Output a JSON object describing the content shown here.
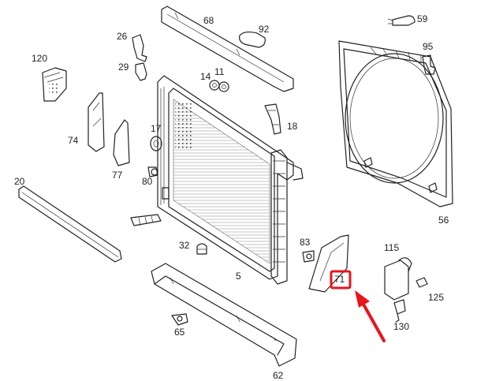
{
  "diagram": {
    "part_labels": {
      "p68": "68",
      "p92": "92",
      "p59": "59",
      "p26": "26",
      "p29": "29",
      "p95": "95",
      "p120": "120",
      "p14": "14",
      "p11": "11",
      "p18": "18",
      "p17": "17",
      "p74": "74",
      "p77": "77",
      "p80": "80",
      "p20": "20",
      "p56": "56",
      "p83": "83",
      "p115": "115",
      "p32": "32",
      "p5": "5",
      "p71": "71",
      "p125": "125",
      "p130": "130",
      "p65": "65",
      "p62": "62"
    },
    "highlight": {
      "part": "71",
      "box_color": "#e8141c",
      "arrow_color": "#e8141c"
    }
  }
}
